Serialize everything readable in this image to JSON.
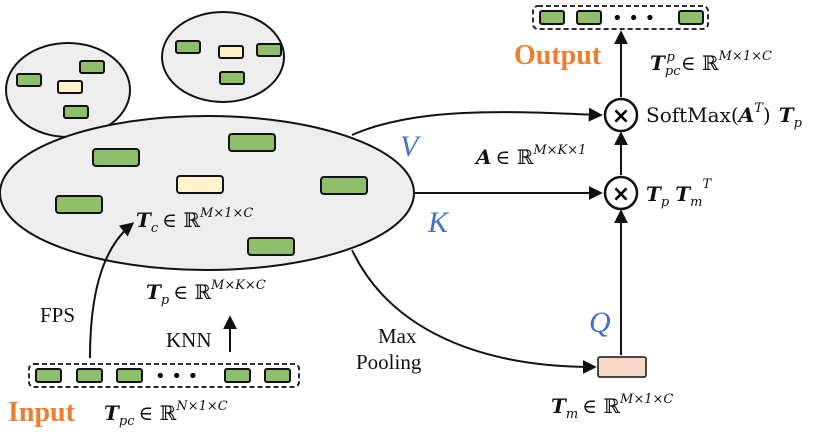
{
  "labels": {
    "input": "Input",
    "output": "Output",
    "fps": "FPS",
    "knn": "KNN",
    "max": "Max",
    "pooling": "Pooling",
    "v": "V",
    "k": "K",
    "q": "Q",
    "dots": "• • •"
  },
  "math": {
    "tpc_sym": "T",
    "tpc_sub": "pc",
    "tpc_dom": "∈ ℝ",
    "tpc_sup": "N×1×C",
    "tp_sym": "T",
    "tp_sub": "p",
    "tp_dom": "∈ ℝ",
    "tp_sup": "M×K×C",
    "tc_sym": "T",
    "tc_sub": "c",
    "tc_dom": "∈ ℝ",
    "tc_sup": "M×1×C",
    "tm_sym": "T",
    "tm_sub": "m",
    "tm_dom": "∈ ℝ",
    "tm_sup": "M×1×C",
    "a_sym": "A",
    "a_dom": "∈ ℝ",
    "a_sup": "M×K×1",
    "out_sym": "T",
    "out_sub": "pc",
    "out_sup1": "p",
    "out_dom": "∈ ℝ",
    "out_sup": "M×1×C",
    "prod1_t1": "T",
    "prod1_sub1": "p",
    "prod1_t2": "T",
    "prod1_sub2": "m",
    "prod1_sup": "T",
    "prod2_fn": "SoftMax(",
    "prod2_a": "A",
    "prod2_sup": "T",
    "prod2_close": ")",
    "prod2_t": "T",
    "prod2_sub": "p",
    "otimes": "×"
  },
  "colors": {
    "token_green": "#8fbf6c",
    "token_yellow": "#fff2cc",
    "token_peach": "#f8d9c8",
    "group_fill": "#eeeeee",
    "accent_blue": "#4472c4",
    "accent_orange": "#ed7d31"
  }
}
